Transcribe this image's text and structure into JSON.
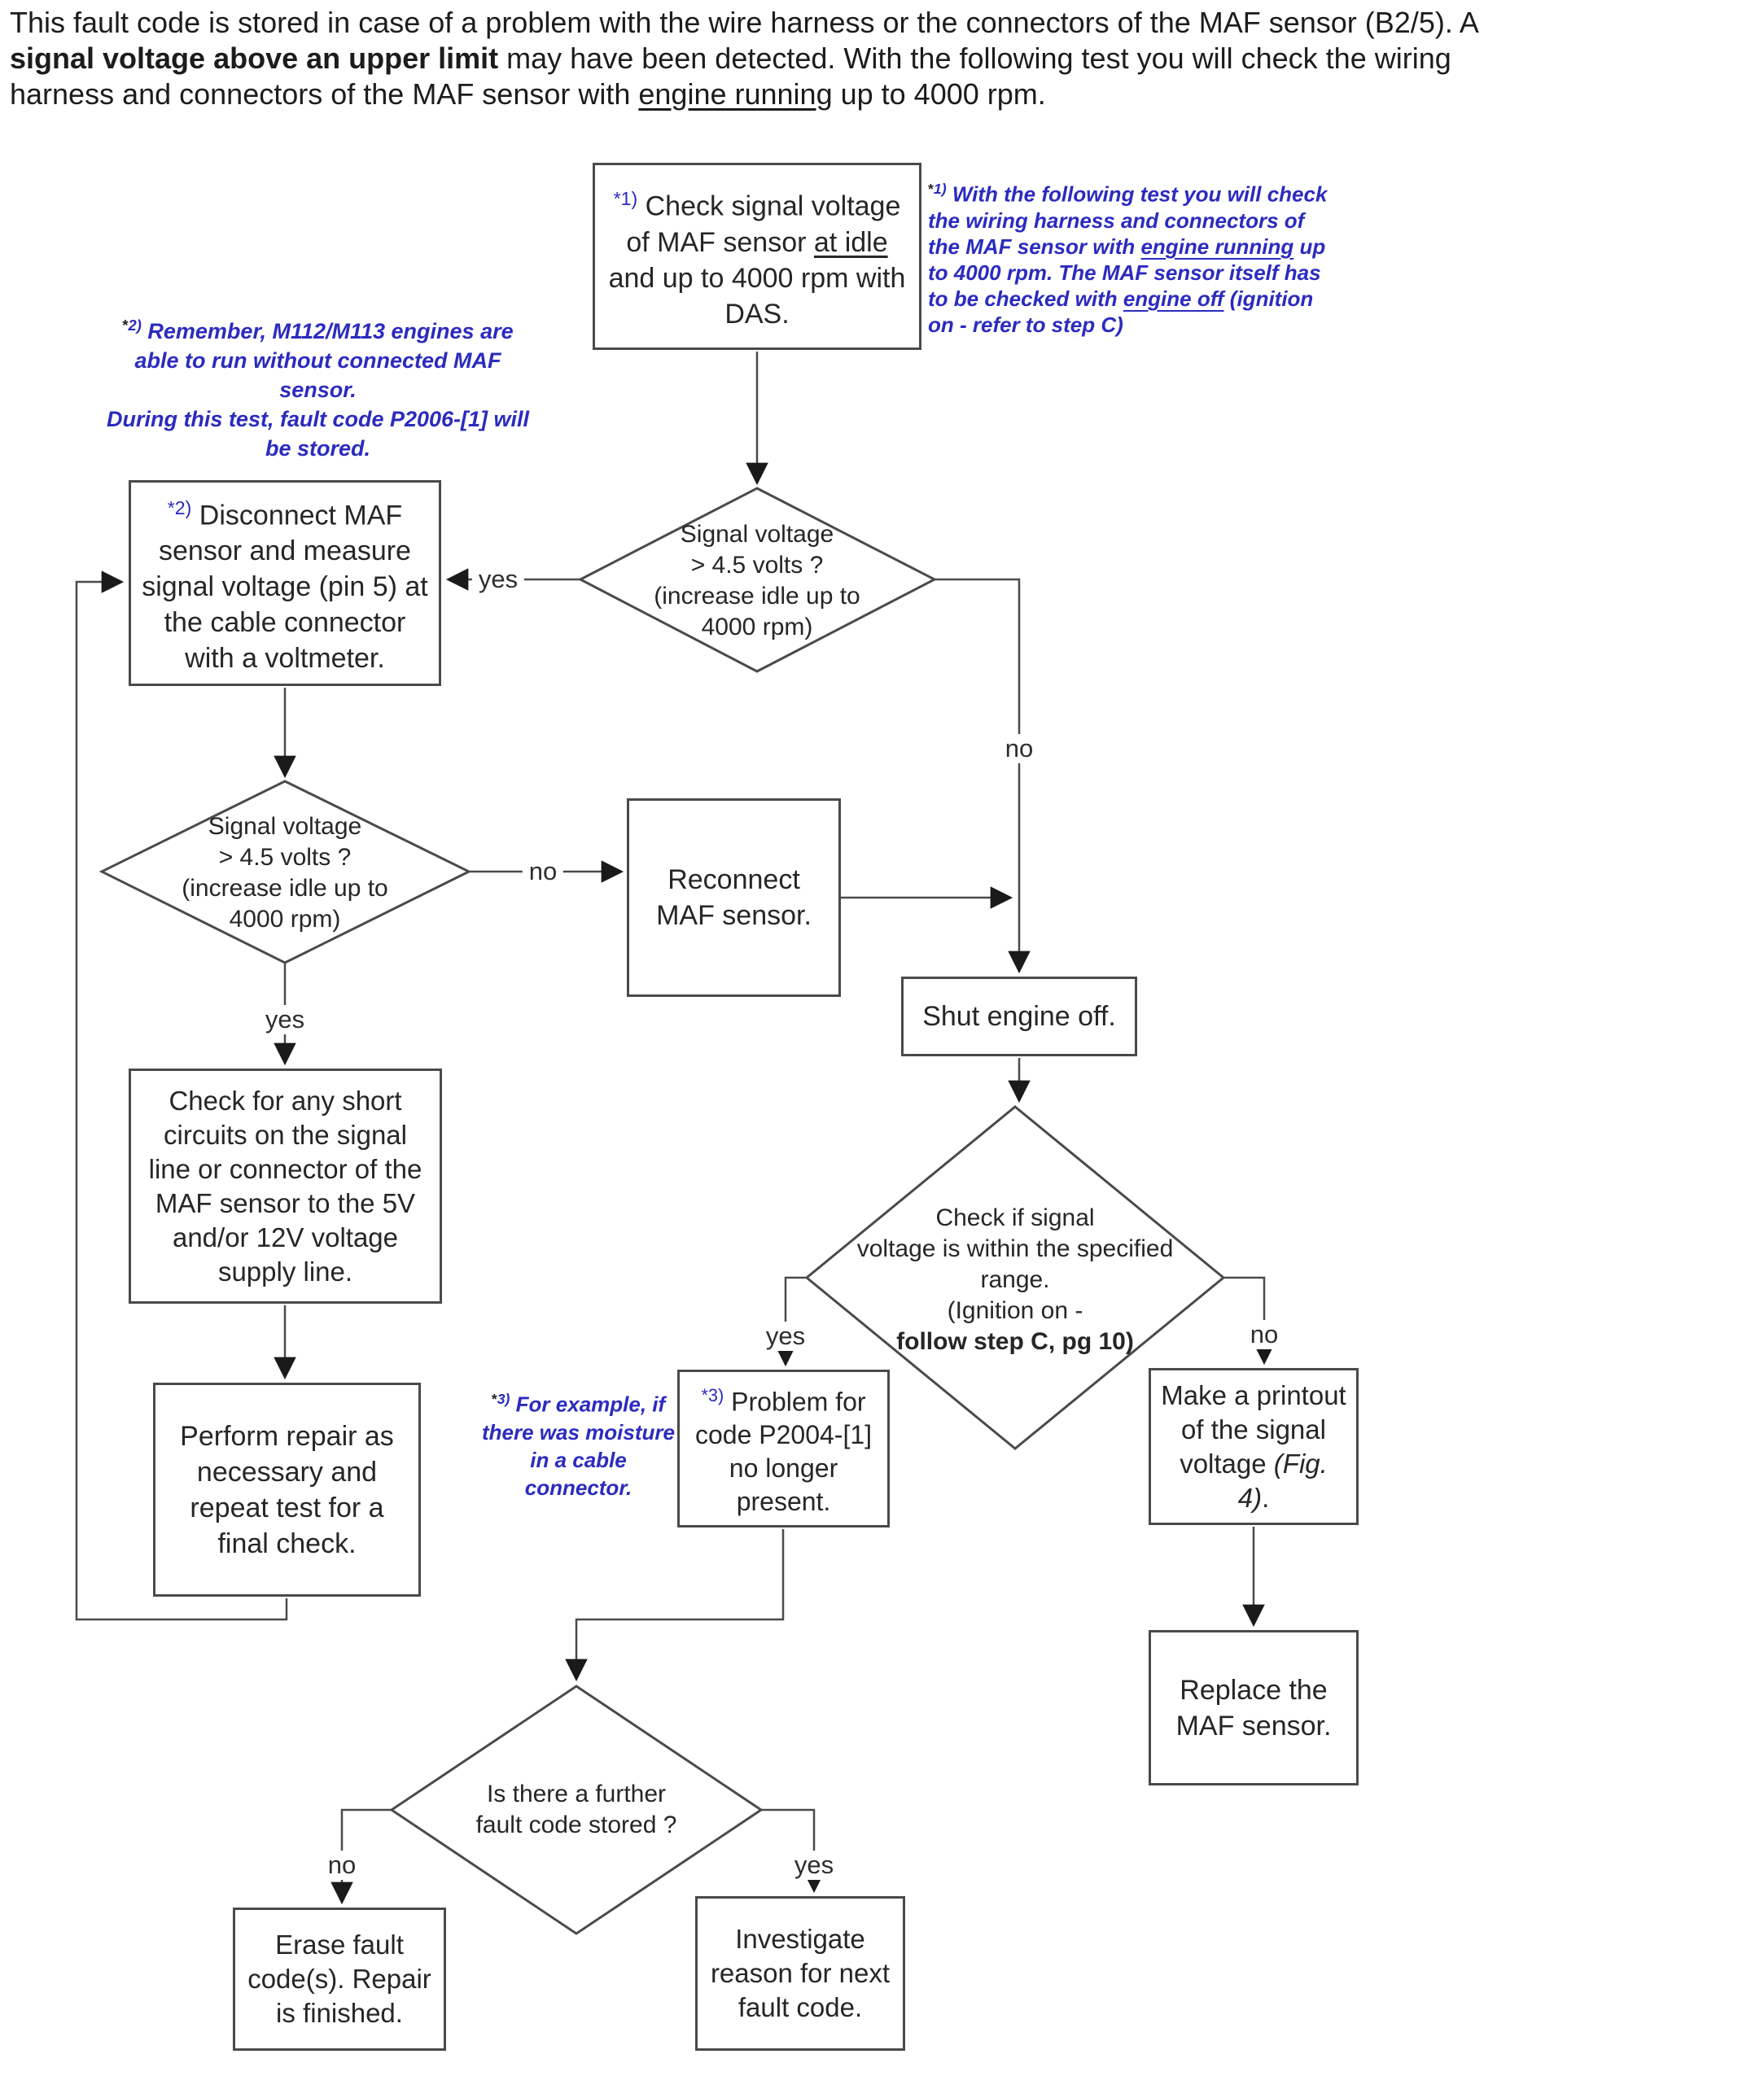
{
  "intro": {
    "l1": "This fault code is stored in case of a problem with the wire harness or the connectors of the  MAF sensor (B2/5). A",
    "l2_bold": "signal voltage above an upper limit",
    "l2_rest": " may have been detected. With the following test you will check the wiring",
    "l3_pre": "harness and connectors of the  MAF sensor with ",
    "l3_underline": "engine running",
    "l3_post": " up to 4000 rpm."
  },
  "notes": {
    "n1": {
      "star": "*",
      "num": "1)",
      "t1": "With the following test you will check the wiring harness and connectors of the  MAF sensor with ",
      "u1": "engine running",
      "t2": " up to 4000 rpm. The  MAF sensor itself has to be checked with ",
      "u2": "engine off",
      "t3": " (ignition on - refer to step C)"
    },
    "n2": {
      "star": "*",
      "num": "2)",
      "line1": "Remember, M112/M113 engines are able to run without connected MAF sensor.",
      "line2": "During this test, fault code P2006-[1] will be stored."
    },
    "n3": {
      "star": "*",
      "num": "3)",
      "text": "For example, if there was moisture in a cable connector."
    }
  },
  "nodes": {
    "check_signal": {
      "marker": "*1)",
      "t1": "Check signal voltage of  MAF sensor ",
      "u": "at idle",
      "t2": " and up to 4000 rpm with DAS."
    },
    "disconnect": {
      "marker": "*2)",
      "text": "Disconnect  MAF sensor and measure signal voltage (pin 5) at the cable connector with a voltmeter."
    },
    "reconnect": {
      "text": "Reconnect MAF sensor."
    },
    "shut_engine": {
      "text": "Shut engine off."
    },
    "problem_gone": {
      "marker": "*3)",
      "text": "Problem for code P2004-[1] no longer present."
    },
    "printout": {
      "t1": "Make a printout of the signal voltage ",
      "i": "(Fig. 4)",
      "t2": "."
    },
    "replace": {
      "text": "Replace the MAF sensor."
    },
    "short_circuits": {
      "text": "Check for any short circuits on the signal line or connector of the MAF sensor to the 5V and/or 12V voltage supply line."
    },
    "perform_repair": {
      "text": "Perform repair as necessary and repeat test  for a final check."
    },
    "erase": {
      "text": "Erase fault code(s). Repair is finished."
    },
    "investigate": {
      "text": "Investigate reason for next fault code."
    }
  },
  "decisions": {
    "d1": {
      "lines": [
        "Signal voltage",
        "> 4.5 volts ?",
        "(increase idle up to",
        "4000 rpm)"
      ]
    },
    "d2": {
      "lines": [
        "Signal voltage",
        "> 4.5 volts ?",
        "(increase idle up to",
        "4000 rpm)"
      ]
    },
    "d3": {
      "lines": [
        "Check if signal",
        "voltage is within the specified",
        "range.",
        "(Ignition on -"
      ],
      "bold_line": "follow step C, pg 10)"
    },
    "d4": {
      "lines": [
        "Is there a further",
        "fault code stored ?"
      ]
    }
  },
  "edge_labels": {
    "d1_yes": "yes",
    "d1_no": "no",
    "d2_no": "no",
    "d2_yes": "yes",
    "d3_yes": "yes",
    "d3_no": "no",
    "d4_no": "no",
    "d4_yes": "yes"
  },
  "colors": {
    "note_blue": "#2b2bbf",
    "line": "#4a4a4a",
    "box_border": "#4a4a4a",
    "text": "#262626"
  }
}
